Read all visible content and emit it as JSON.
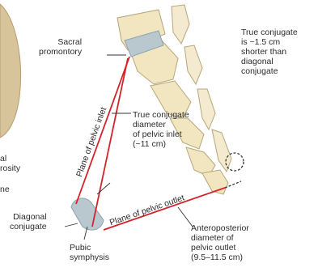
{
  "labels": {
    "sacral_promontory": "Sacral\npromontory",
    "true_conjugate_note": "True conjugate\nis ~1.5 cm\nshorter than\ndiagonal\nconjugate",
    "true_conjugate_diameter": "True conjugate\ndiameter\nof pelvic inlet\n(~11 cm)",
    "plane_inlet": "Plane of pelvic inlet",
    "plane_outlet": "Plane of pelvic outlet",
    "diagonal_conjugate": "Diagonal\nconjugate",
    "pubic_symphysis": "Pubic\nsymphysis",
    "ap_outlet": "Anteroposterior\ndiameter of\npelvic outlet\n(9.5–11.5 cm)",
    "partial_left_1": "al",
    "partial_left_2": "rosity",
    "partial_left_3": "ne"
  },
  "colors": {
    "bone_fill": "#f1e6c0",
    "bone_stroke": "#b7a57a",
    "cartilage": "#b9c7cf",
    "line_red": "#d2232a",
    "line_dark": "#333333"
  }
}
